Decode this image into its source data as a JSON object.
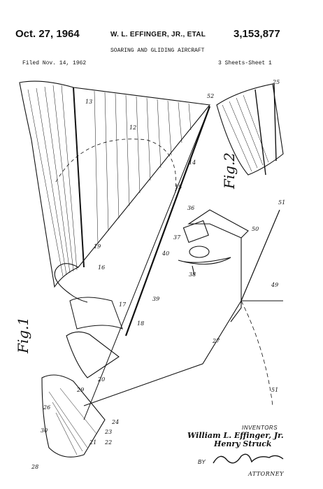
{
  "header": {
    "date": "Oct. 27, 1964",
    "inventors_line": "W. L. EFFINGER, JR., ETAL",
    "patent_number": "3,153,877",
    "title": "SOARING AND GLIDING AIRCRAFT",
    "filed": "Filed Nov. 14, 1962",
    "sheets": "3 Sheets-Sheet 1"
  },
  "figures": {
    "fig1": "Fig.1",
    "fig2": "Fig.2"
  },
  "reference_numerals": [
    "13",
    "12",
    "14",
    "52",
    "15",
    "36",
    "37",
    "40",
    "38",
    "16",
    "19",
    "39",
    "17",
    "18",
    "51",
    "50",
    "49",
    "27",
    "26",
    "21",
    "20",
    "23",
    "24",
    "22",
    "28",
    "30",
    "29",
    "25",
    "51"
  ],
  "signature": {
    "label": "INVENTORS",
    "name1": "William L. Effinger, Jr.",
    "name2": "Henry Struck",
    "by": "BY",
    "attorney": "ATTORNEY"
  }
}
